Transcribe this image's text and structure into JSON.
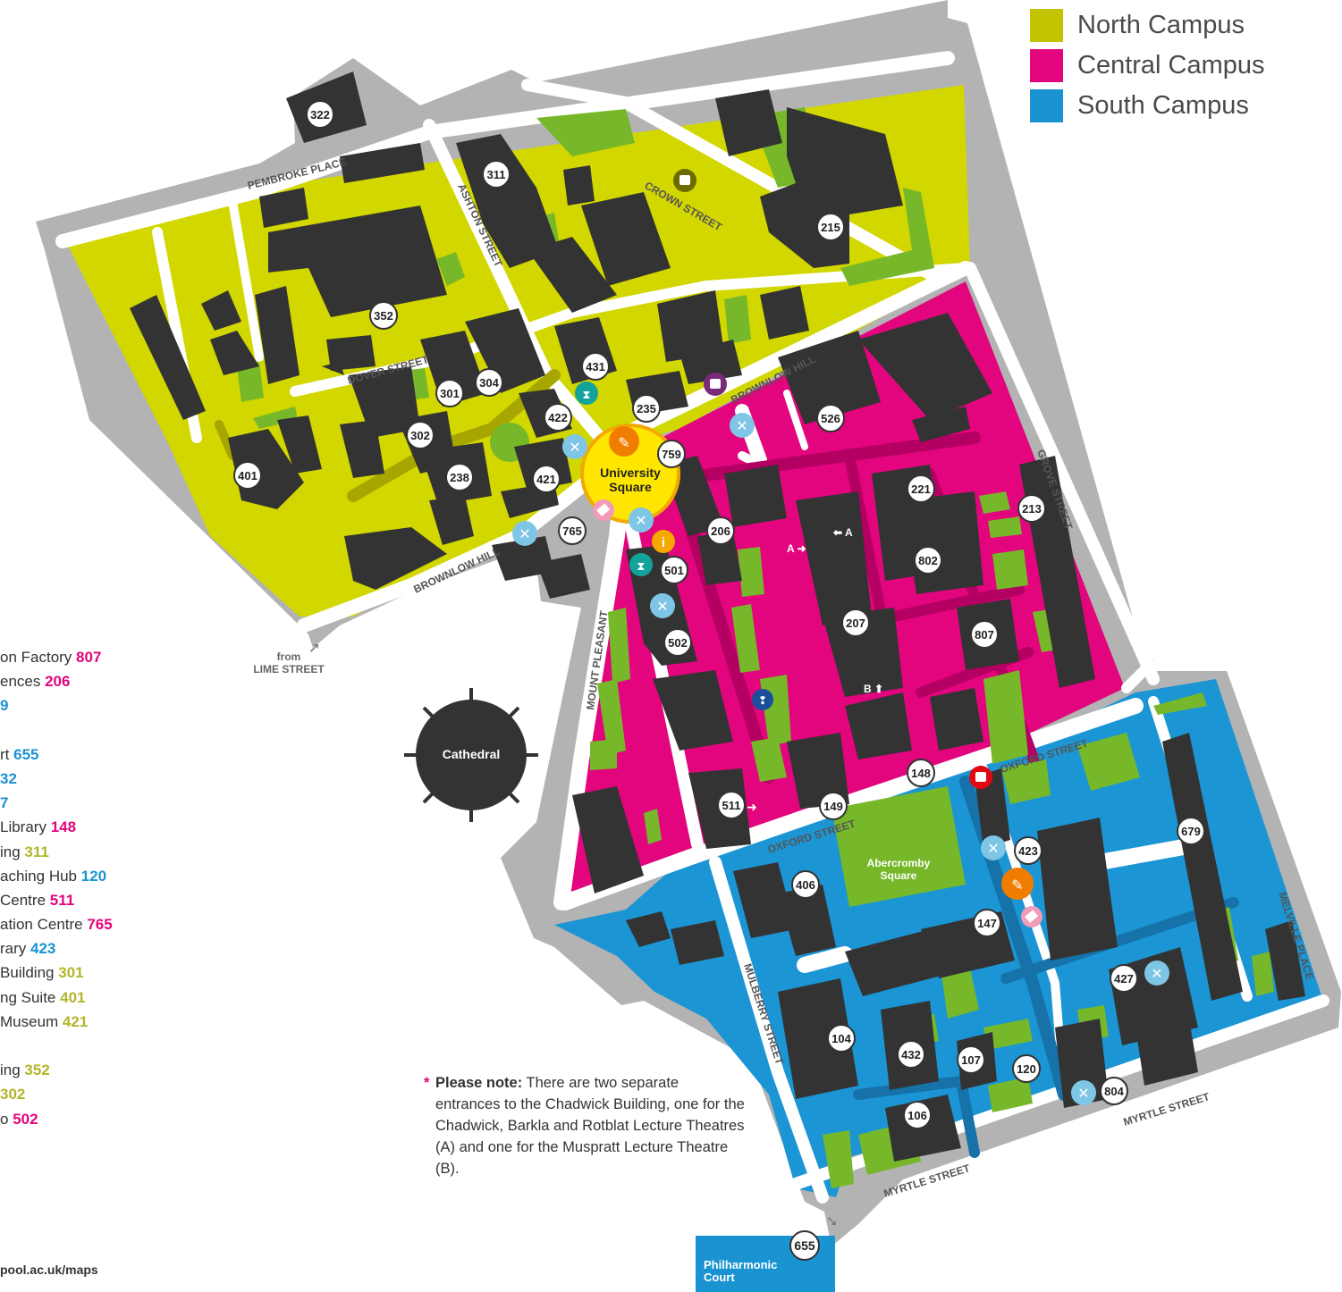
{
  "legend": [
    {
      "label": "North Campus",
      "color": "#c4c300"
    },
    {
      "label": "Central Campus",
      "color": "#e2057d"
    },
    {
      "label": "South Campus",
      "color": "#1a93d2"
    }
  ],
  "colors": {
    "north": "#d3d800",
    "central": "#e2057d",
    "south": "#1b95d4",
    "border": "#b0b0b0",
    "building": "#333333",
    "green": "#76b82a",
    "road": "#ffffff",
    "university_square": "#ffe600"
  },
  "streets": {
    "pembroke_place": "PEMBROKE PLACE",
    "ashton_street": "ASHTON STREET",
    "crown_street": "CROWN STREET",
    "dover_street": "DOVER STREET",
    "brownlow_hill_upper": "BROWNLOW HILL",
    "brownlow_hill_lower": "BROWNLOW HILL",
    "grove_street": "GROVE STREET",
    "mount_pleasant": "MOUNT PLEASANT",
    "oxford_street_upper": "OXFORD STREET",
    "oxford_street_lower": "OXFORD STREET",
    "mulberry_street": "MULBERRY STREET",
    "melville_place": "MELVILLE PLACE",
    "myrtle_street_lower": "MYRTLE STREET",
    "myrtle_street_upper": "MYRTLE STREET"
  },
  "places": {
    "university_square": "University Square",
    "cathedral": "Cathedral",
    "abercromby_square": "Abercromby Square",
    "from_lime_street": "from LIME STREET"
  },
  "entrances": {
    "a1": "A",
    "a2": "A",
    "b": "B"
  },
  "buildings": [
    "322",
    "311",
    "215",
    "352",
    "431",
    "304",
    "301",
    "302",
    "235",
    "422",
    "526",
    "759",
    "401",
    "238",
    "421",
    "221",
    "213",
    "206",
    "765",
    "802",
    "501",
    "207",
    "807",
    "502",
    "148",
    "149",
    "511",
    "423",
    "679",
    "406",
    "147",
    "427",
    "104",
    "432",
    "107",
    "120",
    "804",
    "106",
    "655"
  ],
  "index_entries": [
    {
      "text": "on Factory",
      "num": "807",
      "campus": "c"
    },
    {
      "text": "ences",
      "num": "206",
      "campus": "c"
    },
    {
      "text": "",
      "num": "9",
      "campus": "s"
    },
    {
      "text": "",
      "num": "",
      "campus": ""
    },
    {
      "text": "rt",
      "num": "655",
      "campus": "s"
    },
    {
      "text": "",
      "num": "32",
      "campus": "s"
    },
    {
      "text": "",
      "num": "7",
      "campus": "s"
    },
    {
      "text": " Library",
      "num": "148",
      "campus": "c"
    },
    {
      "text": "ing",
      "num": "311",
      "campus": "n"
    },
    {
      "text": "aching Hub",
      "num": "120",
      "campus": "s"
    },
    {
      "text": "Centre",
      "num": "511",
      "campus": "c"
    },
    {
      "text": "ation Centre",
      "num": "765",
      "campus": "c"
    },
    {
      "text": "rary",
      "num": "423",
      "campus": "s"
    },
    {
      "text": "Building",
      "num": "301",
      "campus": "n"
    },
    {
      "text": "ng Suite",
      "num": "401",
      "campus": "n"
    },
    {
      "text": "Museum",
      "num": "421",
      "campus": "n"
    },
    {
      "text": "",
      "num": "",
      "campus": ""
    },
    {
      "text": "ing",
      "num": "352",
      "campus": "n"
    },
    {
      "text": "",
      "num": "302",
      "campus": "n"
    },
    {
      "text": "o",
      "num": "502",
      "campus": "c"
    }
  ],
  "note": {
    "star": "*",
    "bold": "Please note:",
    "text": " There are two separate entrances to the Chadwick Building, one for the Chadwick, Barkla and Rotblat Lecture Theatres (A) and one for the Muspratt Lecture Theatre (B)."
  },
  "url": "pool.ac.uk/maps",
  "philharmonic": {
    "label": "Philharmonic Court",
    "number": "655"
  }
}
